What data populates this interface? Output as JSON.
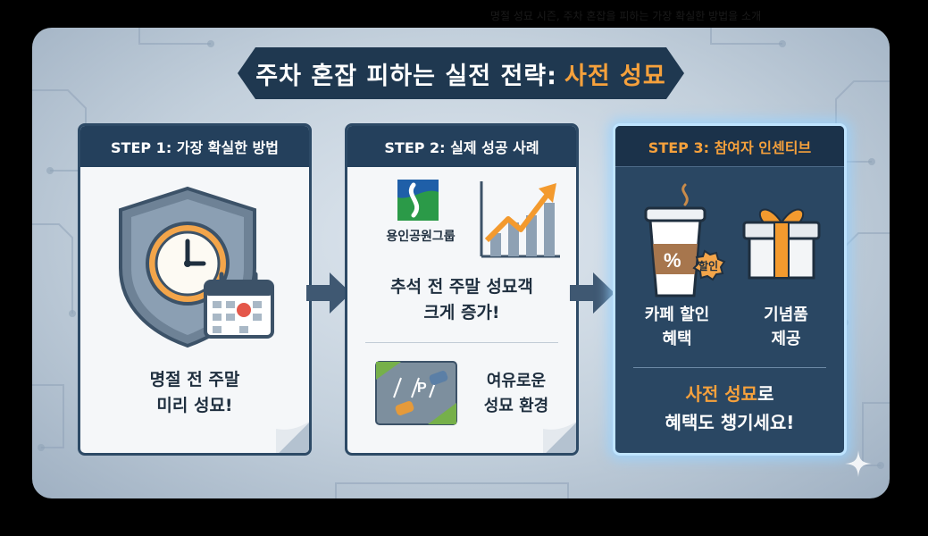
{
  "background_text": [
    "명절 성묘 시즌, 주차 혼잡을 피하는 가장 확실한 방법을 소개",
    "",
    "",
    "",
    "",
    "",
    "",
    "",
    "",
    "",
    "",
    ""
  ],
  "title": {
    "main": "주차 혼잡 피하는 실전 전략:",
    "accent": "사전 성묘"
  },
  "steps": [
    {
      "header": "STEP 1: 가장 확실한 방법",
      "lines": [
        "명절 전 주말",
        "미리 성묘!"
      ],
      "icons": [
        "shield-icon",
        "clock-icon",
        "calendar-icon"
      ]
    },
    {
      "header": "STEP 2: 실제 성공 사례",
      "logo_label": "용인공원그룹",
      "lines": [
        "추석 전 주말 성묘객",
        "크게 증가!"
      ],
      "parking_lines": [
        "여유로운",
        "성묘 환경"
      ],
      "parking_sign": "P",
      "icons": [
        "company-logo-icon",
        "growth-chart-icon",
        "parking-lot-icon"
      ]
    },
    {
      "header": "STEP 3: 참여자 인센티브",
      "coffee_symbol": "%",
      "coffee_badge": "할인",
      "benefit1": [
        "카페 할인",
        "혜택"
      ],
      "benefit2": [
        "기념품",
        "제공"
      ],
      "bottom_accent": "사전 성묘",
      "bottom_suffix": "로",
      "bottom_line2": "혜택도 챙기세요!",
      "icons": [
        "coffee-cup-icon",
        "gift-box-icon"
      ]
    }
  ],
  "colors": {
    "navy": "#24405c",
    "accent_orange": "#f6a13c",
    "card_bg": "#f5f7f9",
    "glow": "#bfe4ff"
  }
}
